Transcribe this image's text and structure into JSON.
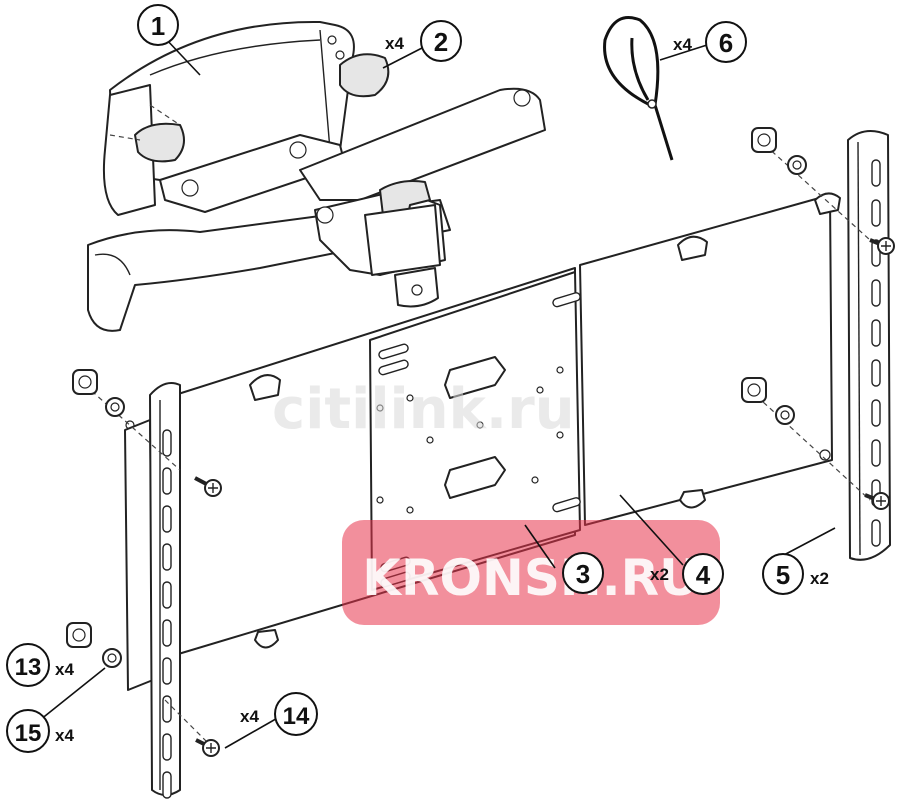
{
  "diagram": {
    "parts": [
      {
        "number": "1",
        "quantity": ""
      },
      {
        "number": "2",
        "quantity": "x4"
      },
      {
        "number": "3",
        "quantity": ""
      },
      {
        "number": "4",
        "quantity": "x2"
      },
      {
        "number": "5",
        "quantity": "x2"
      },
      {
        "number": "6",
        "quantity": "x4"
      },
      {
        "number": "13",
        "quantity": "x4"
      },
      {
        "number": "14",
        "quantity": "x4"
      },
      {
        "number": "15",
        "quantity": "x4"
      }
    ]
  },
  "watermarks": {
    "citilink": "citilink.ru",
    "kronsh": "KRONSH.RU"
  },
  "colors": {
    "line": "#222222",
    "badge": "#e8334a",
    "watermark_grey": "#d9d9d9"
  }
}
